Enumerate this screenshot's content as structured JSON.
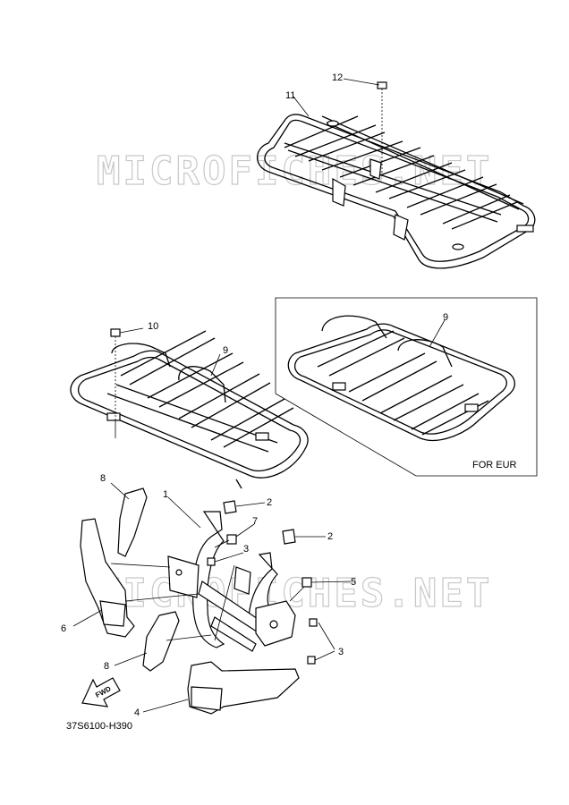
{
  "watermark": "MICROFICHES.NET",
  "box_label": "FOR EUR",
  "fwd_label": "FWD",
  "diagram_code": "37S6100-H390",
  "callouts": {
    "c1": "1",
    "c2a": "2",
    "c2b": "2",
    "c3a": "3",
    "c3b": "3",
    "c4": "4",
    "c5": "5",
    "c6": "6",
    "c7": "7",
    "c8a": "8",
    "c8b": "8",
    "c9a": "9",
    "c9b": "9",
    "c10": "10",
    "c11": "11",
    "c12": "12"
  }
}
